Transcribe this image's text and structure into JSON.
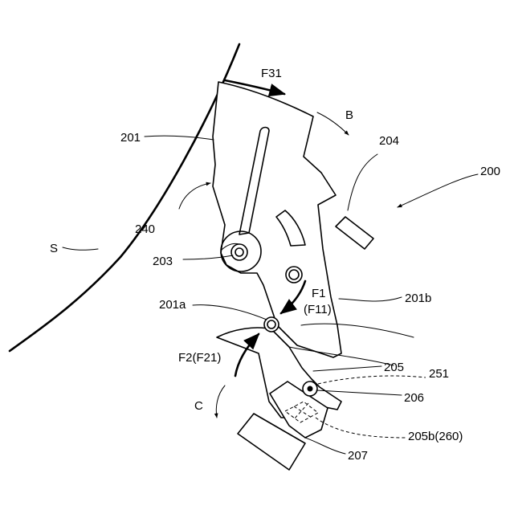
{
  "labels": {
    "sheet": "S",
    "device": "200",
    "lever": "201",
    "lever_face_a": "201a",
    "lever_face_b": "201b",
    "pivot": "203",
    "sensor": "204",
    "arm": "205",
    "arm_part": "205b(260)",
    "arm_pivot": "206",
    "actuator": "207",
    "spring": "251",
    "recess": "240"
  },
  "forces": {
    "f31": "F31",
    "f1": "F1",
    "f11": "(F11)",
    "f2": "F2(F21)"
  },
  "directions": {
    "b": "B",
    "c": "C"
  }
}
